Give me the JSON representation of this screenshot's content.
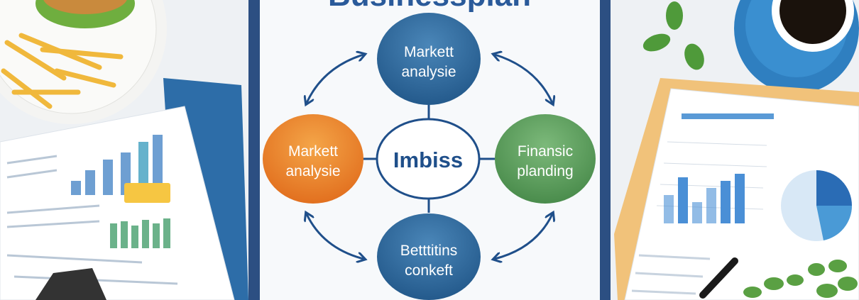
{
  "title": "Businessplan",
  "diagram": {
    "center": "Imbiss",
    "nodes": [
      {
        "id": "top",
        "line1": "Markett",
        "line2": "analysie",
        "color": "#2f6a9e"
      },
      {
        "id": "left",
        "line1": "Markett",
        "line2": "analysie",
        "color": "#e98a2c"
      },
      {
        "id": "right",
        "line1": "Finansic",
        "line2": "planding",
        "color": "#5b9e5c"
      },
      {
        "id": "bottom",
        "line1": "Betttitins",
        "line2": "conkeft",
        "color": "#2f6a9e"
      }
    ],
    "arrow_color": "#1f4f8a"
  },
  "colors": {
    "board": "#2c4f82",
    "paper": "#f7f9fb",
    "accent": "#3b7fc4"
  }
}
